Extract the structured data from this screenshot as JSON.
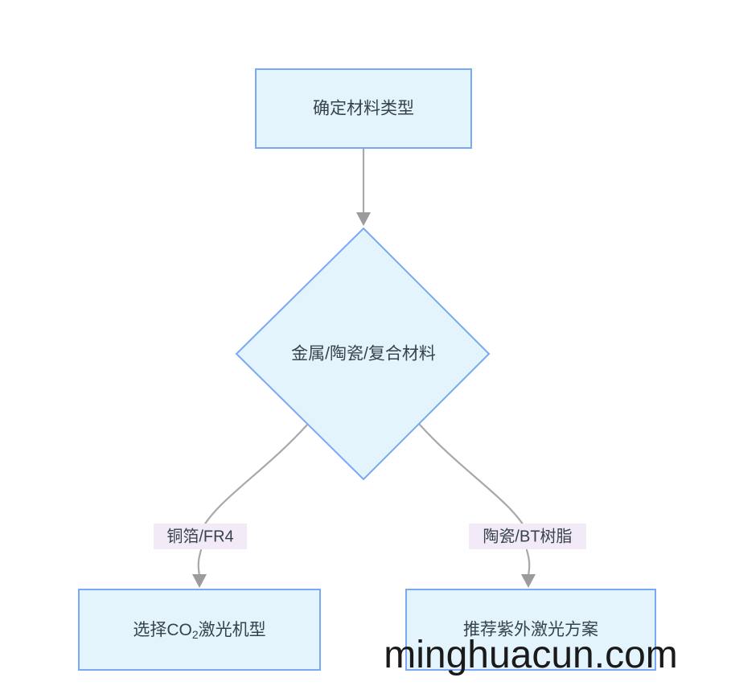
{
  "diagram": {
    "type": "flowchart",
    "direction": "top-down",
    "background_color": "#ffffff",
    "node_fill_color": "#e4f4fc",
    "node_border_color": "#7aa8f5",
    "node_text_color": "#36424c",
    "edge_color": "#a8a8a8",
    "edge_label_background_color": "#f2eaf7",
    "nodes": [
      {
        "id": "start",
        "shape": "rectangle",
        "label": "确定材料类型",
        "label_plain": "确定材料类型"
      },
      {
        "id": "decision",
        "shape": "diamond",
        "label": "金属/陶瓷/复合材料",
        "label_plain": "金属/陶瓷/复合材料"
      },
      {
        "id": "co2",
        "shape": "rectangle",
        "label_prefix": "选择CO",
        "label_subscript": "2",
        "label_suffix": "激光机型",
        "label_plain": "选择CO₂激光机型"
      },
      {
        "id": "uv",
        "shape": "rectangle",
        "label": "推荐紫外激光方案",
        "label_plain": "推荐紫外激光方案"
      }
    ],
    "edges": [
      {
        "id": "e1",
        "from": "start",
        "to": "decision",
        "label": ""
      },
      {
        "id": "e2",
        "from": "decision",
        "to": "co2",
        "label": "铜箔/FR4"
      },
      {
        "id": "e3",
        "from": "decision",
        "to": "uv",
        "label": "陶瓷/BT树脂"
      }
    ]
  },
  "watermark": {
    "text": "minghuacun.com"
  }
}
